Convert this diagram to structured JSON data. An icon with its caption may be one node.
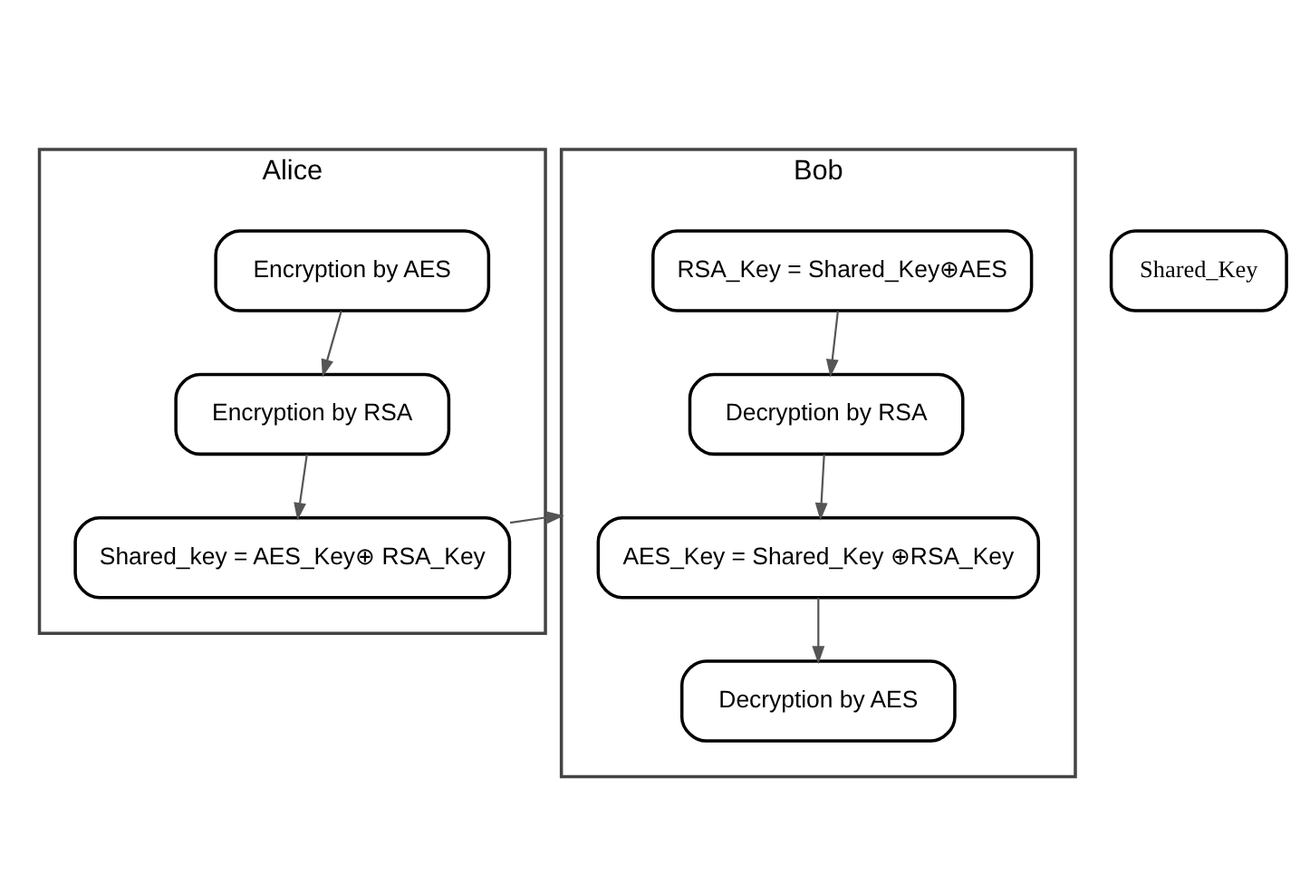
{
  "diagram": {
    "nodes": [
      {
        "text": [
          "Alice"
        ]
      },
      {
        "text": [
          "Encryption by AES"
        ],
        "in": 0
      },
      {
        "text": [
          "Encryption by RSA"
        ],
        "in": 0
      },
      {
        "text": [
          "Shared_key = AES_Key⊕ RSA_Key"
        ],
        "in": 0
      },
      {
        "text": [
          "Shared_Key"
        ]
      },
      {
        "text": [
          "Bob"
        ]
      },
      {
        "text": [
          "RSA_Key = Shared_Key⊕AES"
        ],
        "in": 5
      },
      {
        "text": [
          "Decryption by RSA"
        ],
        "in": 5
      },
      {
        "text": [
          "AES_Key = Shared_Key ⊕RSA_Key"
        ],
        "in": 5
      },
      {
        "text": [
          "Decryption by AES"
        ],
        "in": 5
      }
    ],
    "edges": [
      {
        "from": 1,
        "to": 2,
        "arrow": "to"
      },
      {
        "from": 2,
        "to": 3,
        "arrow": "to"
      },
      {
        "from": 3,
        "to": 5,
        "arrow": "to"
      },
      {
        "from": 6,
        "to": 7,
        "arrow": "to"
      },
      {
        "from": 7,
        "to": 8,
        "arrow": "to"
      },
      {
        "from": 8,
        "to": 9,
        "arrow": "to"
      }
    ]
  }
}
